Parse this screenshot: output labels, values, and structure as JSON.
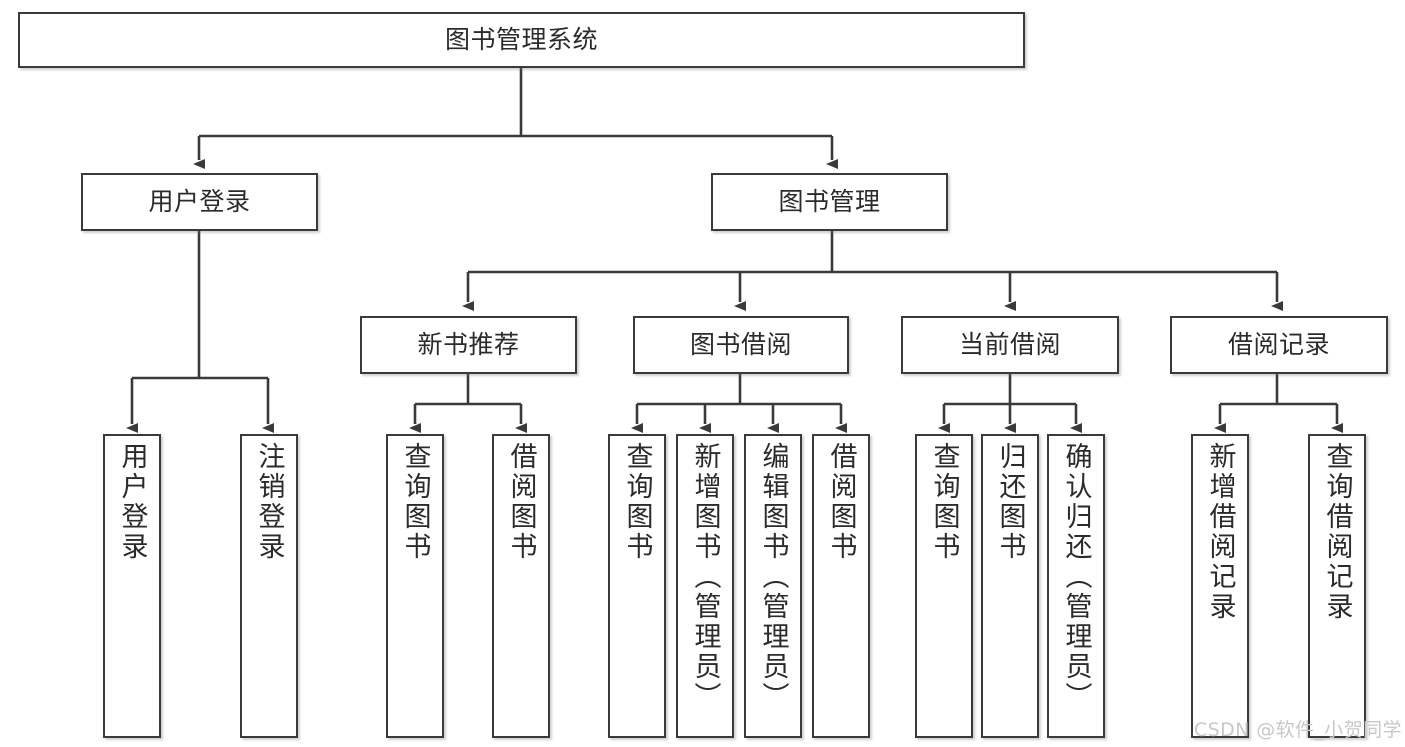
{
  "diagram": {
    "type": "hierarchy-tree",
    "title": "图书管理系统",
    "nodes": {
      "root": {
        "label": "图书管理系统"
      },
      "level2": [
        {
          "id": "user-login",
          "label": "用户登录"
        },
        {
          "id": "book-manage",
          "label": "图书管理"
        }
      ],
      "level3": [
        {
          "id": "new-book-recommend",
          "label": "新书推荐"
        },
        {
          "id": "book-borrow",
          "label": "图书借阅"
        },
        {
          "id": "current-borrow",
          "label": "当前借阅"
        },
        {
          "id": "borrow-record",
          "label": "借阅记录"
        }
      ],
      "leaves": [
        {
          "id": "leaf-user-login",
          "label": "用户登录"
        },
        {
          "id": "leaf-logout-login",
          "label": "注销登录"
        },
        {
          "id": "leaf-query-book-1",
          "label": "查询图书"
        },
        {
          "id": "leaf-borrow-book-1",
          "label": "借阅图书"
        },
        {
          "id": "leaf-query-book-2",
          "label": "查询图书"
        },
        {
          "id": "leaf-add-book-admin",
          "label": "新增图书（管理员）"
        },
        {
          "id": "leaf-edit-book-admin",
          "label": "编辑图书（管理员）"
        },
        {
          "id": "leaf-borrow-book-2",
          "label": "借阅图书"
        },
        {
          "id": "leaf-query-book-3",
          "label": "查询图书"
        },
        {
          "id": "leaf-return-book",
          "label": "归还图书"
        },
        {
          "id": "leaf-confirm-return-admin",
          "label": "确认归还（管理员）"
        },
        {
          "id": "leaf-add-borrow-record",
          "label": "新增借阅记录"
        },
        {
          "id": "leaf-query-borrow-record",
          "label": "查询借阅记录"
        }
      ]
    },
    "watermark": "CSDN @软件_小贺同学",
    "colors": {
      "stroke": "#3a3a3a",
      "text": "#2b2b2b",
      "background": "#ffffff",
      "watermark": "#c8c8c8"
    }
  }
}
